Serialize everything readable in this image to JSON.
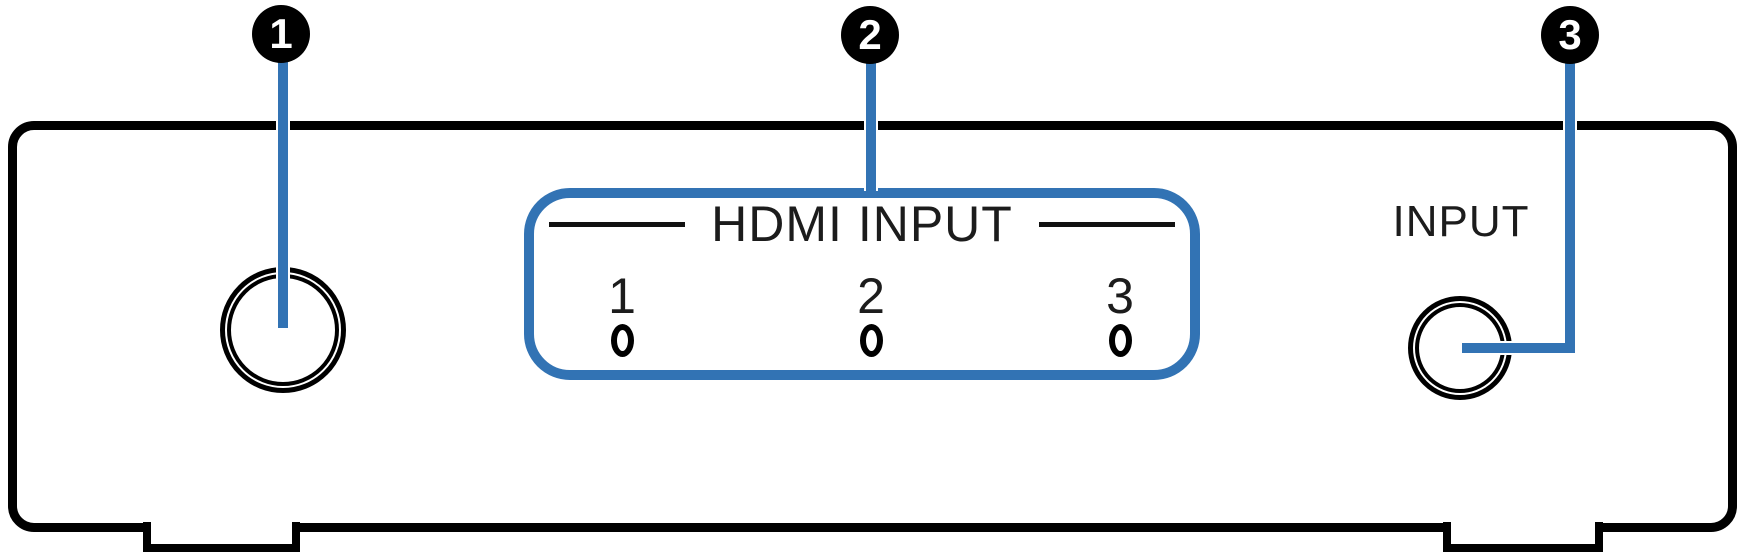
{
  "colors": {
    "accent": "#3273b4",
    "ink": "#000000"
  },
  "callouts": [
    {
      "label": "1"
    },
    {
      "label": "2"
    },
    {
      "label": "3"
    }
  ],
  "device": {
    "hdmi_section": {
      "title": "HDMI INPUT",
      "indicators": [
        {
          "label": "1"
        },
        {
          "label": "2"
        },
        {
          "label": "3"
        }
      ]
    },
    "input_section": {
      "label": "INPUT"
    }
  }
}
